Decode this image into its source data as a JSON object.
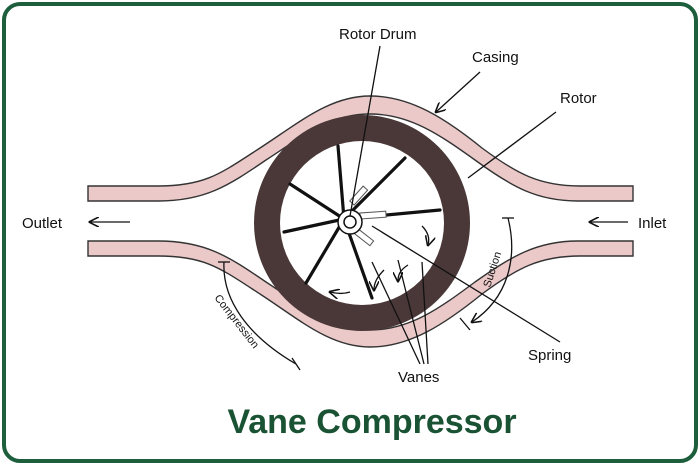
{
  "title": "Vane Compressor",
  "labels": {
    "rotor_drum": "Rotor Drum",
    "casing": "Casing",
    "rotor": "Rotor",
    "outlet": "Outlet",
    "inlet": "Inlet",
    "suction": "Suction",
    "compression": "Compression",
    "spring": "Spring",
    "vanes": "Vanes"
  },
  "colors": {
    "border": "#1d5e3c",
    "casing_fill": "#ecc9c9",
    "rotor": "#4a3838",
    "title": "#1a5234"
  }
}
